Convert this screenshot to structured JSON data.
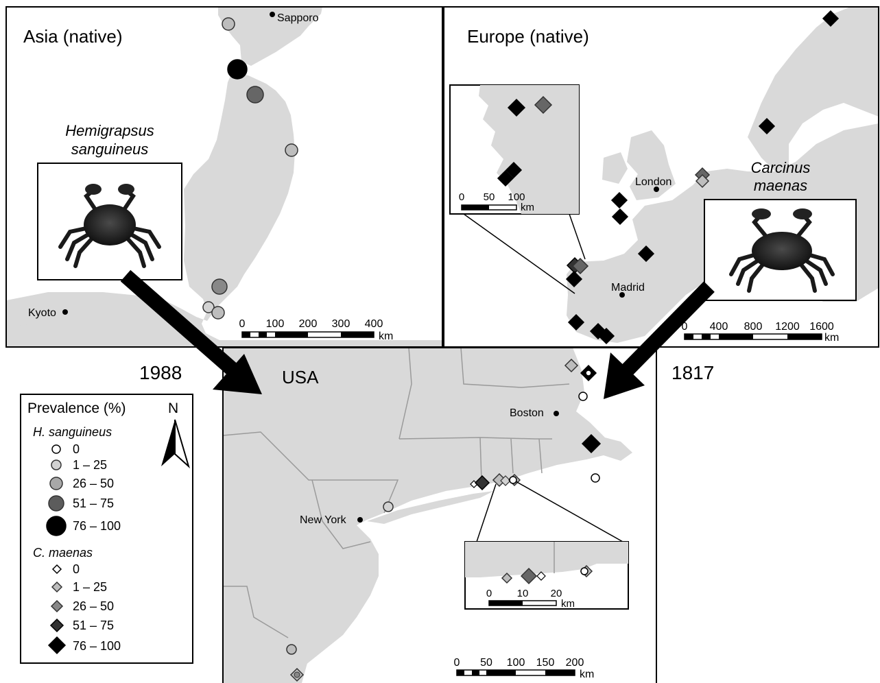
{
  "panels": {
    "asia": {
      "title": "Asia (native)",
      "species_label_line1": "Hemigrapsus",
      "species_label_line2": "sanguineus",
      "cities": [
        {
          "name": "Sapporo"
        },
        {
          "name": "Kyoto"
        }
      ],
      "scale": {
        "ticks": [
          "0",
          "100",
          "200",
          "300",
          "400"
        ],
        "unit": "km"
      }
    },
    "europe": {
      "title": "Europe (native)",
      "species_label_line1": "Carcinus",
      "species_label_line2": "maenas",
      "cities": [
        {
          "name": "London"
        },
        {
          "name": "Madrid"
        }
      ],
      "scale": {
        "ticks": [
          "0",
          "400",
          "800",
          "1200",
          "1600"
        ],
        "unit": "km"
      },
      "inset_scale": {
        "ticks": [
          "0",
          "50",
          "100"
        ],
        "unit": "km"
      }
    },
    "usa": {
      "title": "USA",
      "cities": [
        {
          "name": "Boston"
        },
        {
          "name": "New York"
        }
      ],
      "scale": {
        "ticks": [
          "0",
          "50",
          "100",
          "150",
          "200"
        ],
        "unit": "km"
      },
      "inset_scale": {
        "ticks": [
          "0",
          "10",
          "20"
        ],
        "unit": "km"
      }
    }
  },
  "introductions": {
    "hemigrapsus_year": "1988",
    "carcinus_year": "1817"
  },
  "legend": {
    "title": "Prevalence (%)",
    "north": "N",
    "h_sanguineus": {
      "label": "H. sanguineus",
      "classes": [
        "0",
        "1 – 25",
        "26 – 50",
        "51 – 75",
        "76 – 100"
      ]
    },
    "c_maenas": {
      "label": "C. maenas",
      "classes": [
        "0",
        "1 – 25",
        "26 – 50",
        "51 – 75",
        "76 – 100"
      ]
    }
  },
  "colors": {
    "land": "#d9d9d9",
    "sea": "#ffffff",
    "class_0": "#ffffff",
    "class_1_25": "#bdbdbd",
    "class_26_50": "#9a9a9a",
    "class_51_75": "#5c5c5c",
    "class_76_100": "#000000"
  }
}
